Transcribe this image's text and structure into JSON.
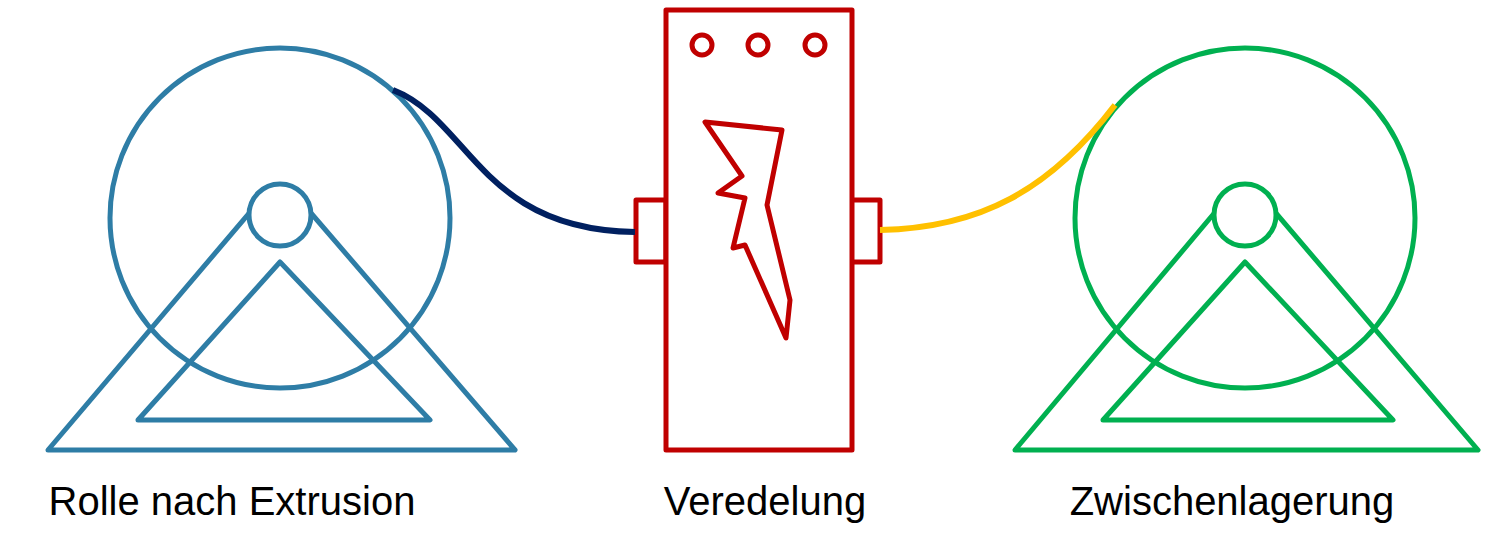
{
  "diagram": {
    "nodes": [
      {
        "text": [
          "Rolle nach Extrusion"
        ]
      },
      {
        "text": [
          "Veredelung"
        ]
      },
      {
        "text": [
          "Zwischenlagerung"
        ]
      }
    ],
    "edges": [
      {
        "from": 0,
        "to": 1,
        "arrow": "none"
      },
      {
        "from": 1,
        "to": 2,
        "arrow": "none"
      }
    ]
  }
}
